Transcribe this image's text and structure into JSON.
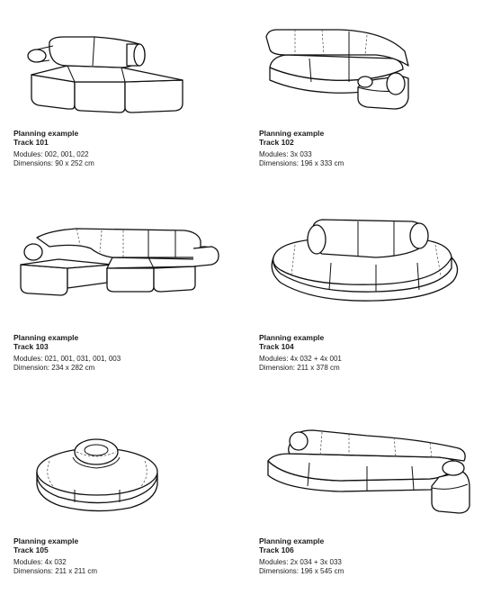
{
  "items": [
    {
      "heading": "Planning example",
      "track": "Track 101",
      "modules": "Modules: 002, 001, 022",
      "dimensions": "Dimensions: 90 x 252 cm"
    },
    {
      "heading": "Planning example",
      "track": "Track 102",
      "modules": "Modules: 3x 033",
      "dimensions": "Dimensions: 196 x 333 cm"
    },
    {
      "heading": "Planning example",
      "track": "Track 103",
      "modules": "Modules: 021, 001, 031, 001, 003",
      "dimensions": "Dimension: 234 x 282 cm"
    },
    {
      "heading": "Planning example",
      "track": "Track 104",
      "modules": "Modules: 4x 032 + 4x 001",
      "dimensions": "Dimension: 211 x 378 cm"
    },
    {
      "heading": "Planning example",
      "track": "Track 105",
      "modules": "Modules: 4x 032",
      "dimensions": "Dimensions: 211 x 211 cm"
    },
    {
      "heading": "Planning example",
      "track": "Track 106",
      "modules": "Modules: 2x 034 + 3x 033",
      "dimensions": "Dimensions: 196 x 545 cm"
    }
  ]
}
